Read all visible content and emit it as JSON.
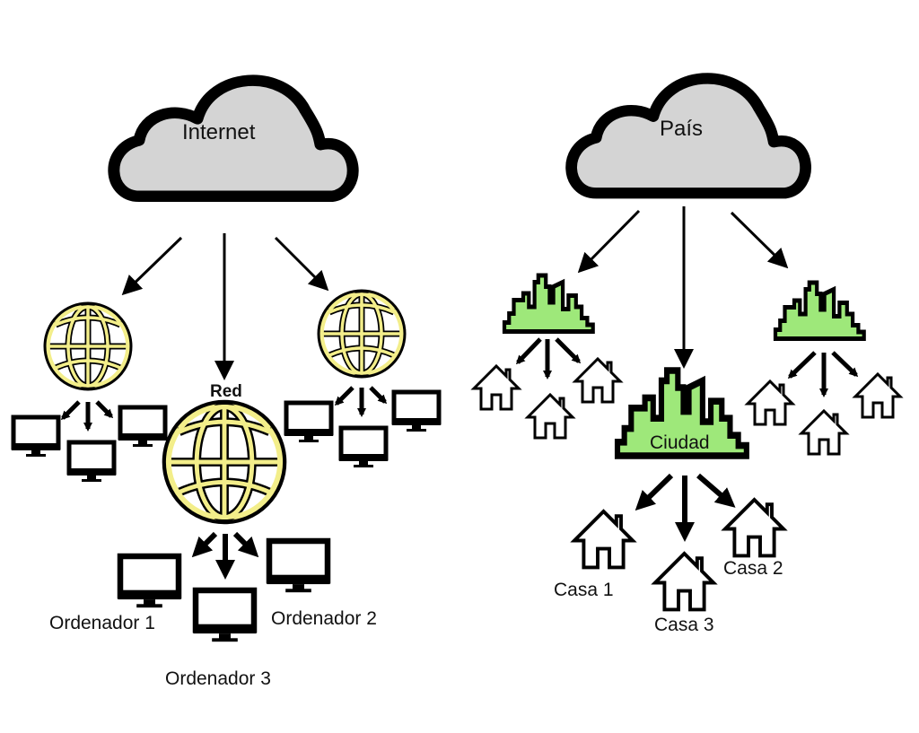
{
  "colors": {
    "cloud_fill": "#d4d4d4",
    "globe_fill": "#f3ee8a",
    "city_fill": "#9ee87a",
    "outline": "#000000",
    "background": "#ffffff"
  },
  "left_diagram": {
    "root": {
      "label": "Internet",
      "icon": "cloud-icon"
    },
    "middle_network": {
      "label": "Red",
      "icon": "globe-icon"
    },
    "side_networks": [
      {
        "icon": "globe-icon"
      },
      {
        "icon": "globe-icon"
      }
    ],
    "computers": [
      {
        "label": "Ordenador 1",
        "icon": "monitor-icon"
      },
      {
        "label": "Ordenador 2",
        "icon": "monitor-icon"
      },
      {
        "label": "Ordenador 3",
        "icon": "monitor-icon"
      }
    ]
  },
  "right_diagram": {
    "root": {
      "label": "País",
      "icon": "cloud-icon"
    },
    "middle_city": {
      "label": "Ciudad",
      "icon": "city-icon"
    },
    "side_cities": [
      {
        "icon": "city-icon"
      },
      {
        "icon": "city-icon"
      }
    ],
    "houses": [
      {
        "label": "Casa 1",
        "icon": "house-icon"
      },
      {
        "label": "Casa 2",
        "icon": "house-icon"
      },
      {
        "label": "Casa 3",
        "icon": "house-icon"
      }
    ]
  }
}
